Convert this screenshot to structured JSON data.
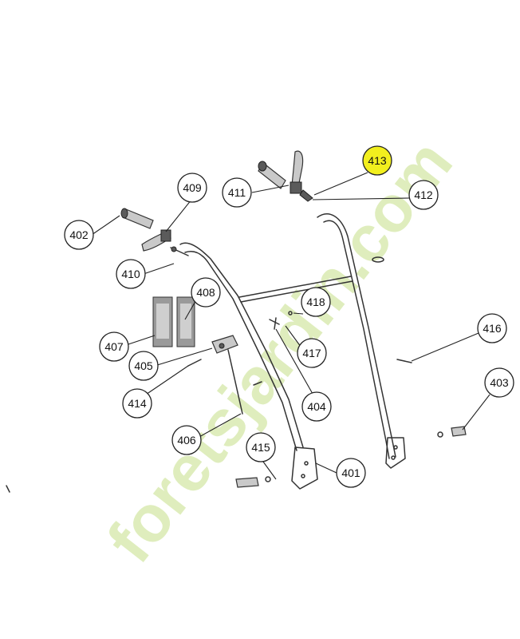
{
  "colors": {
    "highlight": "#f2ef1e",
    "line": "#222222",
    "watermark_green": "#d5e8a8",
    "watermark_orange": "#f6c79a",
    "watermark_gray": "#cdc3b4"
  },
  "watermark": {
    "text": "foretsjardin.com"
  },
  "callouts": [
    {
      "id": "401",
      "label": "401",
      "highlighted": false
    },
    {
      "id": "402",
      "label": "402",
      "highlighted": false
    },
    {
      "id": "403",
      "label": "403",
      "highlighted": false
    },
    {
      "id": "404",
      "label": "404",
      "highlighted": false
    },
    {
      "id": "405",
      "label": "405",
      "highlighted": false
    },
    {
      "id": "406",
      "label": "406",
      "highlighted": false
    },
    {
      "id": "407",
      "label": "407",
      "highlighted": false
    },
    {
      "id": "408",
      "label": "408",
      "highlighted": false
    },
    {
      "id": "409",
      "label": "409",
      "highlighted": false
    },
    {
      "id": "410",
      "label": "410",
      "highlighted": false
    },
    {
      "id": "411",
      "label": "411",
      "highlighted": false
    },
    {
      "id": "412",
      "label": "412",
      "highlighted": false
    },
    {
      "id": "413",
      "label": "413",
      "highlighted": true
    },
    {
      "id": "414",
      "label": "414",
      "highlighted": false
    },
    {
      "id": "415",
      "label": "415",
      "highlighted": false
    },
    {
      "id": "416",
      "label": "416",
      "highlighted": false
    },
    {
      "id": "417",
      "label": "417",
      "highlighted": false
    },
    {
      "id": "418",
      "label": "418",
      "highlighted": false
    }
  ]
}
